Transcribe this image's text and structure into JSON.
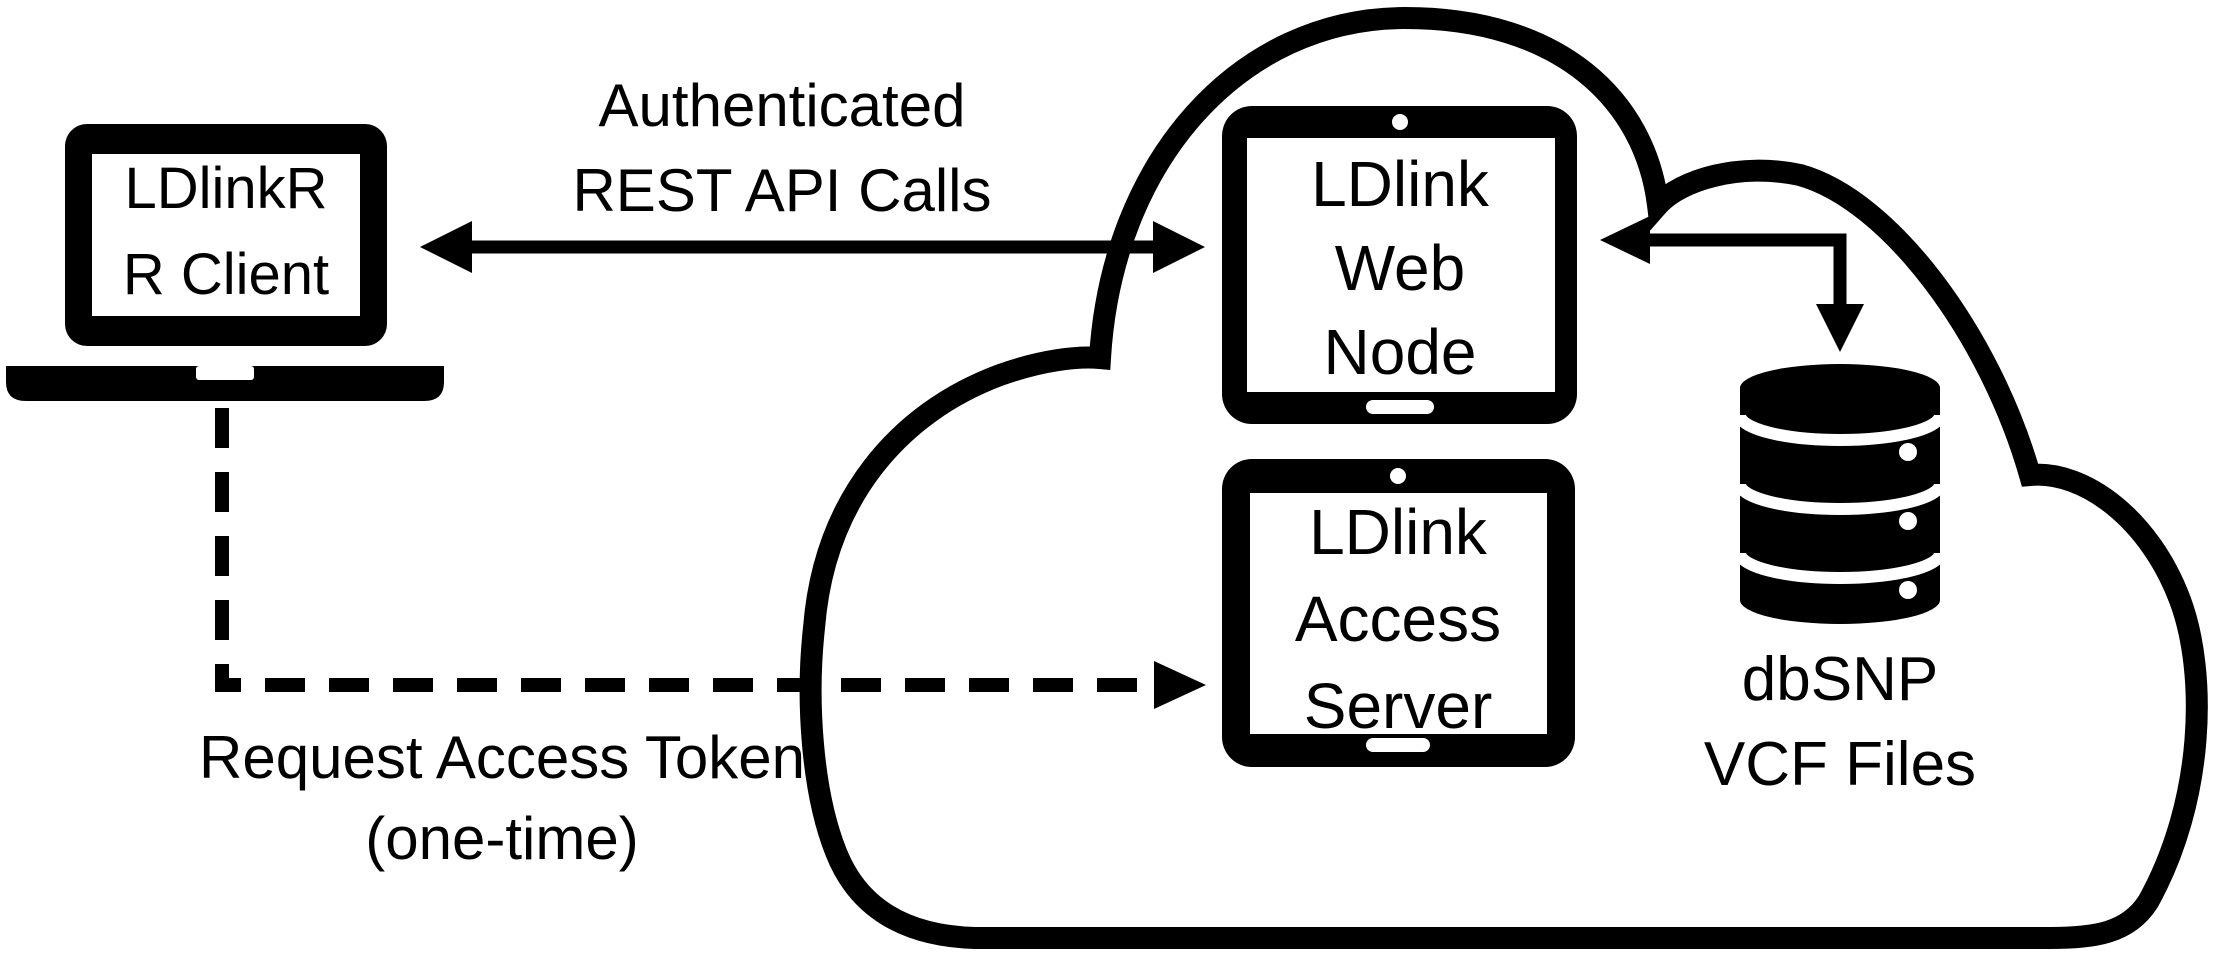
{
  "colors": {
    "ink": "#000000",
    "background": "#ffffff"
  },
  "nodes": {
    "r_client": {
      "icon": "laptop-icon",
      "lines": [
        "LDlinkR",
        "R Client"
      ]
    },
    "web_node": {
      "icon": "tablet-icon",
      "lines": [
        "LDlink",
        "Web",
        "Node"
      ]
    },
    "access_server": {
      "icon": "tablet-icon",
      "lines": [
        "LDlink",
        "Access",
        "Server"
      ]
    },
    "dbsnp": {
      "icon": "database-icon",
      "lines": [
        "dbSNP",
        "VCF Files"
      ]
    },
    "cloud": {
      "icon": "cloud-outline-icon"
    }
  },
  "connections": {
    "rest_api": {
      "style": "solid-double-headed-arrow",
      "from": "r_client",
      "to": "web_node",
      "lines": [
        "Authenticated",
        "REST API Calls"
      ]
    },
    "access_token": {
      "style": "dashed-arrow",
      "from": "r_client",
      "to": "access_server",
      "lines": [
        "Request Access Token",
        "(one-time)"
      ]
    },
    "web_node_to_db": {
      "style": "elbow-arrow-two-heads",
      "from": "web_node",
      "to": "dbsnp",
      "lines": []
    }
  }
}
